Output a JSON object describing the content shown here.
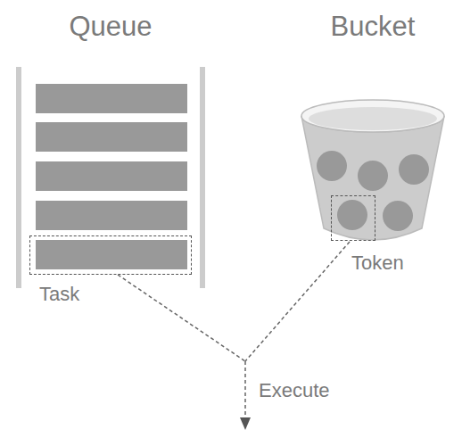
{
  "diagram": {
    "nodes": [
      {
        "text": [
          "Queue"
        ]
      },
      {
        "text": [
          "Task"
        ],
        "in": 0
      },
      {
        "text": [
          "Bucket"
        ]
      },
      {
        "text": [
          "Token"
        ],
        "in": 2
      }
    ],
    "labels": [
      "Execute"
    ]
  }
}
